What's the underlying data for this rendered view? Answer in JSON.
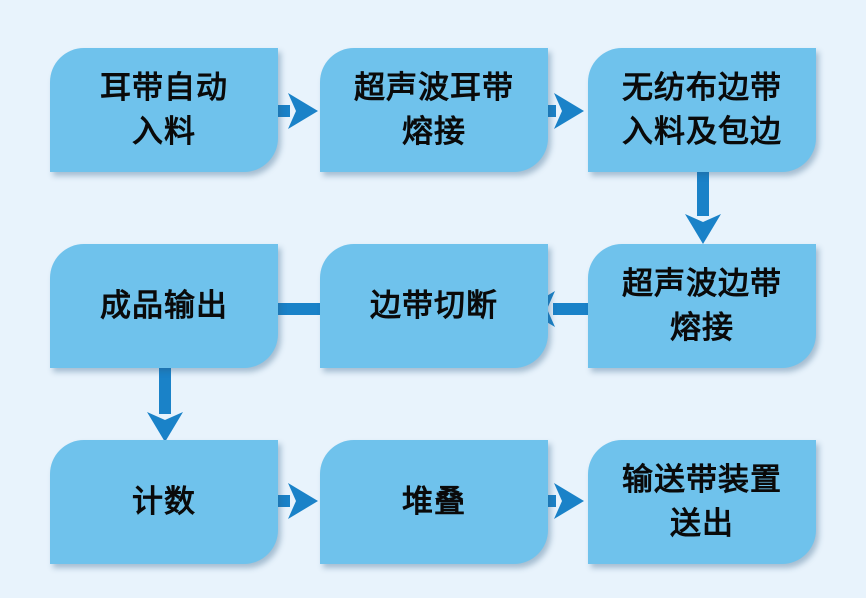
{
  "colors": {
    "background": "#e8f3fc",
    "node_fill": "#6fc2ec",
    "arrow": "#1a82c8",
    "text": "#0a0a0a"
  },
  "nodes": [
    {
      "id": "n1",
      "lines": [
        "耳带自动",
        "入料"
      ]
    },
    {
      "id": "n2",
      "lines": [
        "超声波耳带",
        "熔接"
      ]
    },
    {
      "id": "n3",
      "lines": [
        "无纺布边带",
        "入料及包边"
      ]
    },
    {
      "id": "n4",
      "lines": [
        "超声波边带",
        "熔接"
      ]
    },
    {
      "id": "n5",
      "lines": [
        "边带切断"
      ]
    },
    {
      "id": "n6",
      "lines": [
        "成品输出"
      ]
    },
    {
      "id": "n7",
      "lines": [
        "计数"
      ]
    },
    {
      "id": "n8",
      "lines": [
        "堆叠"
      ]
    },
    {
      "id": "n9",
      "lines": [
        "输送带装置",
        "送出"
      ]
    }
  ],
  "edges": [
    {
      "from": "n1",
      "to": "n2"
    },
    {
      "from": "n2",
      "to": "n3"
    },
    {
      "from": "n3",
      "to": "n4"
    },
    {
      "from": "n4",
      "to": "n5"
    },
    {
      "from": "n5",
      "to": "n6"
    },
    {
      "from": "n6",
      "to": "n7"
    },
    {
      "from": "n7",
      "to": "n8"
    },
    {
      "from": "n8",
      "to": "n9"
    }
  ]
}
